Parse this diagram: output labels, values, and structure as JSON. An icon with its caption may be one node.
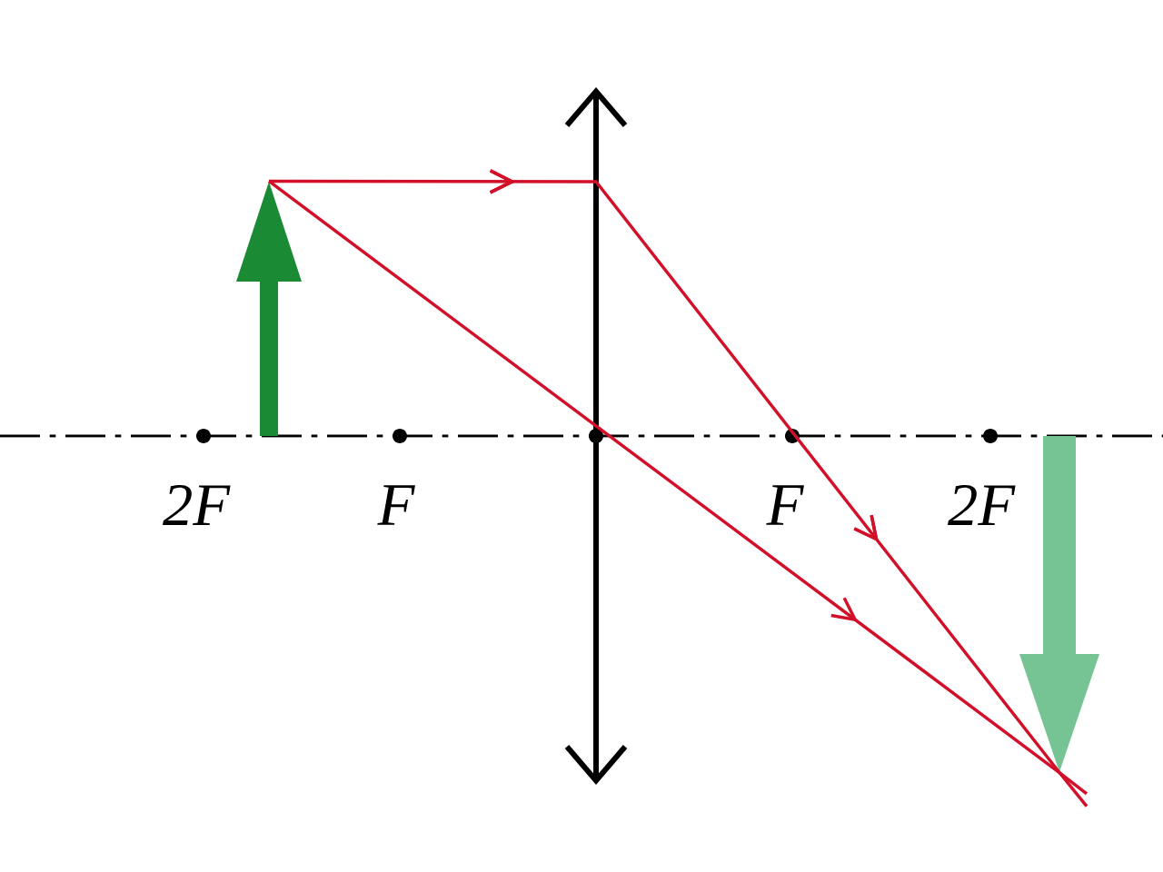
{
  "diagram": {
    "nodes": [
      {
        "text": [],
        "shape": "arrow"
      },
      {
        "text": [],
        "shape": "arrow"
      }
    ],
    "edges": [
      {
        "from": 0,
        "to": 1,
        "arrow": "to"
      },
      {
        "from": 0,
        "to": 1,
        "arrow": "to"
      }
    ],
    "labels": [
      "2F",
      "F",
      "F",
      "2F"
    ]
  }
}
